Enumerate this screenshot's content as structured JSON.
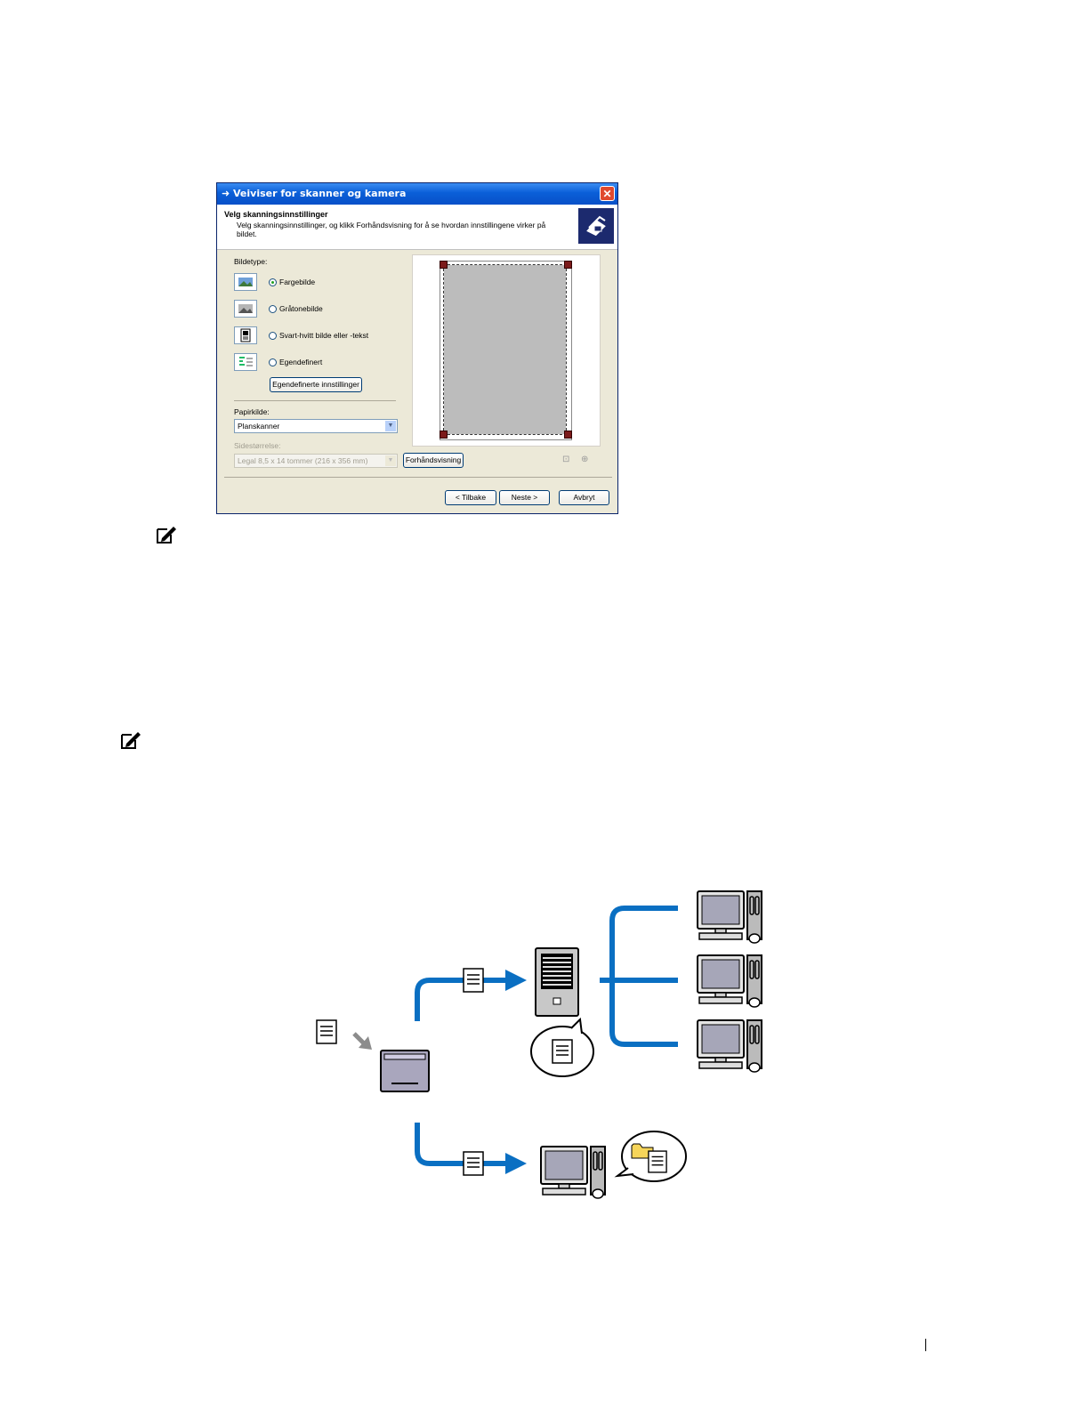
{
  "dialog": {
    "title": "Veiviser for skanner og kamera",
    "close_glyph": "✕",
    "header_title": "Velg skanningsinnstillinger",
    "header_subtitle": "Velg skanningsinnstillinger, og klikk Forhåndsvisning for å se hvordan innstillingene virker på bildet.",
    "picture_type_label": "Bildetype:",
    "picture_types": [
      {
        "label": "Fargebilde",
        "selected": true,
        "icon": "color-picture-icon"
      },
      {
        "label": "Gråtonebilde",
        "selected": false,
        "icon": "grayscale-picture-icon"
      },
      {
        "label": "Svart-hvitt bilde eller -tekst",
        "selected": false,
        "icon": "black-white-picture-icon"
      },
      {
        "label": "Egendefinert",
        "selected": false,
        "icon": "custom-picture-icon"
      }
    ],
    "custom_settings_button": "Egendefinerte innstillinger",
    "paper_source_label": "Papirkilde:",
    "paper_source_value": "Planskanner",
    "page_size_label": "Sidestørrelse:",
    "page_size_value": "Legal 8,5 x 14 tommer (216 x 356 mm)",
    "preview_button": "Forhåndsvisning",
    "back_button": "< Tilbake",
    "next_button": "Neste >",
    "cancel_button": "Avbryt"
  },
  "colors": {
    "flow_arrow": "#0a6fc2",
    "feed_arrow": "#8c8c8c",
    "monitor_screen": "#a6a6b8",
    "printer_body": "#a9a6bd"
  }
}
